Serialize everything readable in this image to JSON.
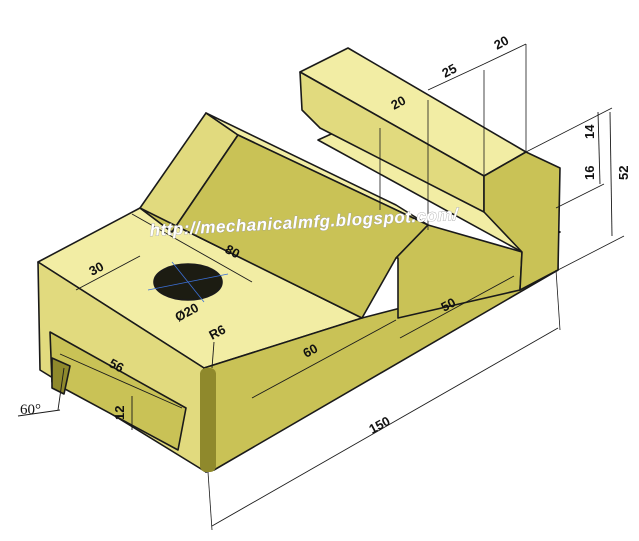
{
  "colors": {
    "face_top": "#F2EDA4",
    "face_left": "#E1DA7E",
    "face_front": "#C9C256",
    "face_shadow": "#8F892C",
    "edge": "#1a1a1a",
    "centerline": "#3b6fd6"
  },
  "watermark": "http://mechanicalmfg.blogspot.com/",
  "dimensions": {
    "d20_top_right": "20",
    "d25": "25",
    "d20_slot": "20",
    "d14": "14",
    "d16": "16",
    "d52": "52",
    "d80": "80",
    "d30": "30",
    "hole_dia": "Ø20",
    "r6": "R6",
    "d60": "60",
    "d50": "50",
    "d56": "56",
    "d12": "12",
    "d150": "150",
    "angle60": "60°"
  }
}
